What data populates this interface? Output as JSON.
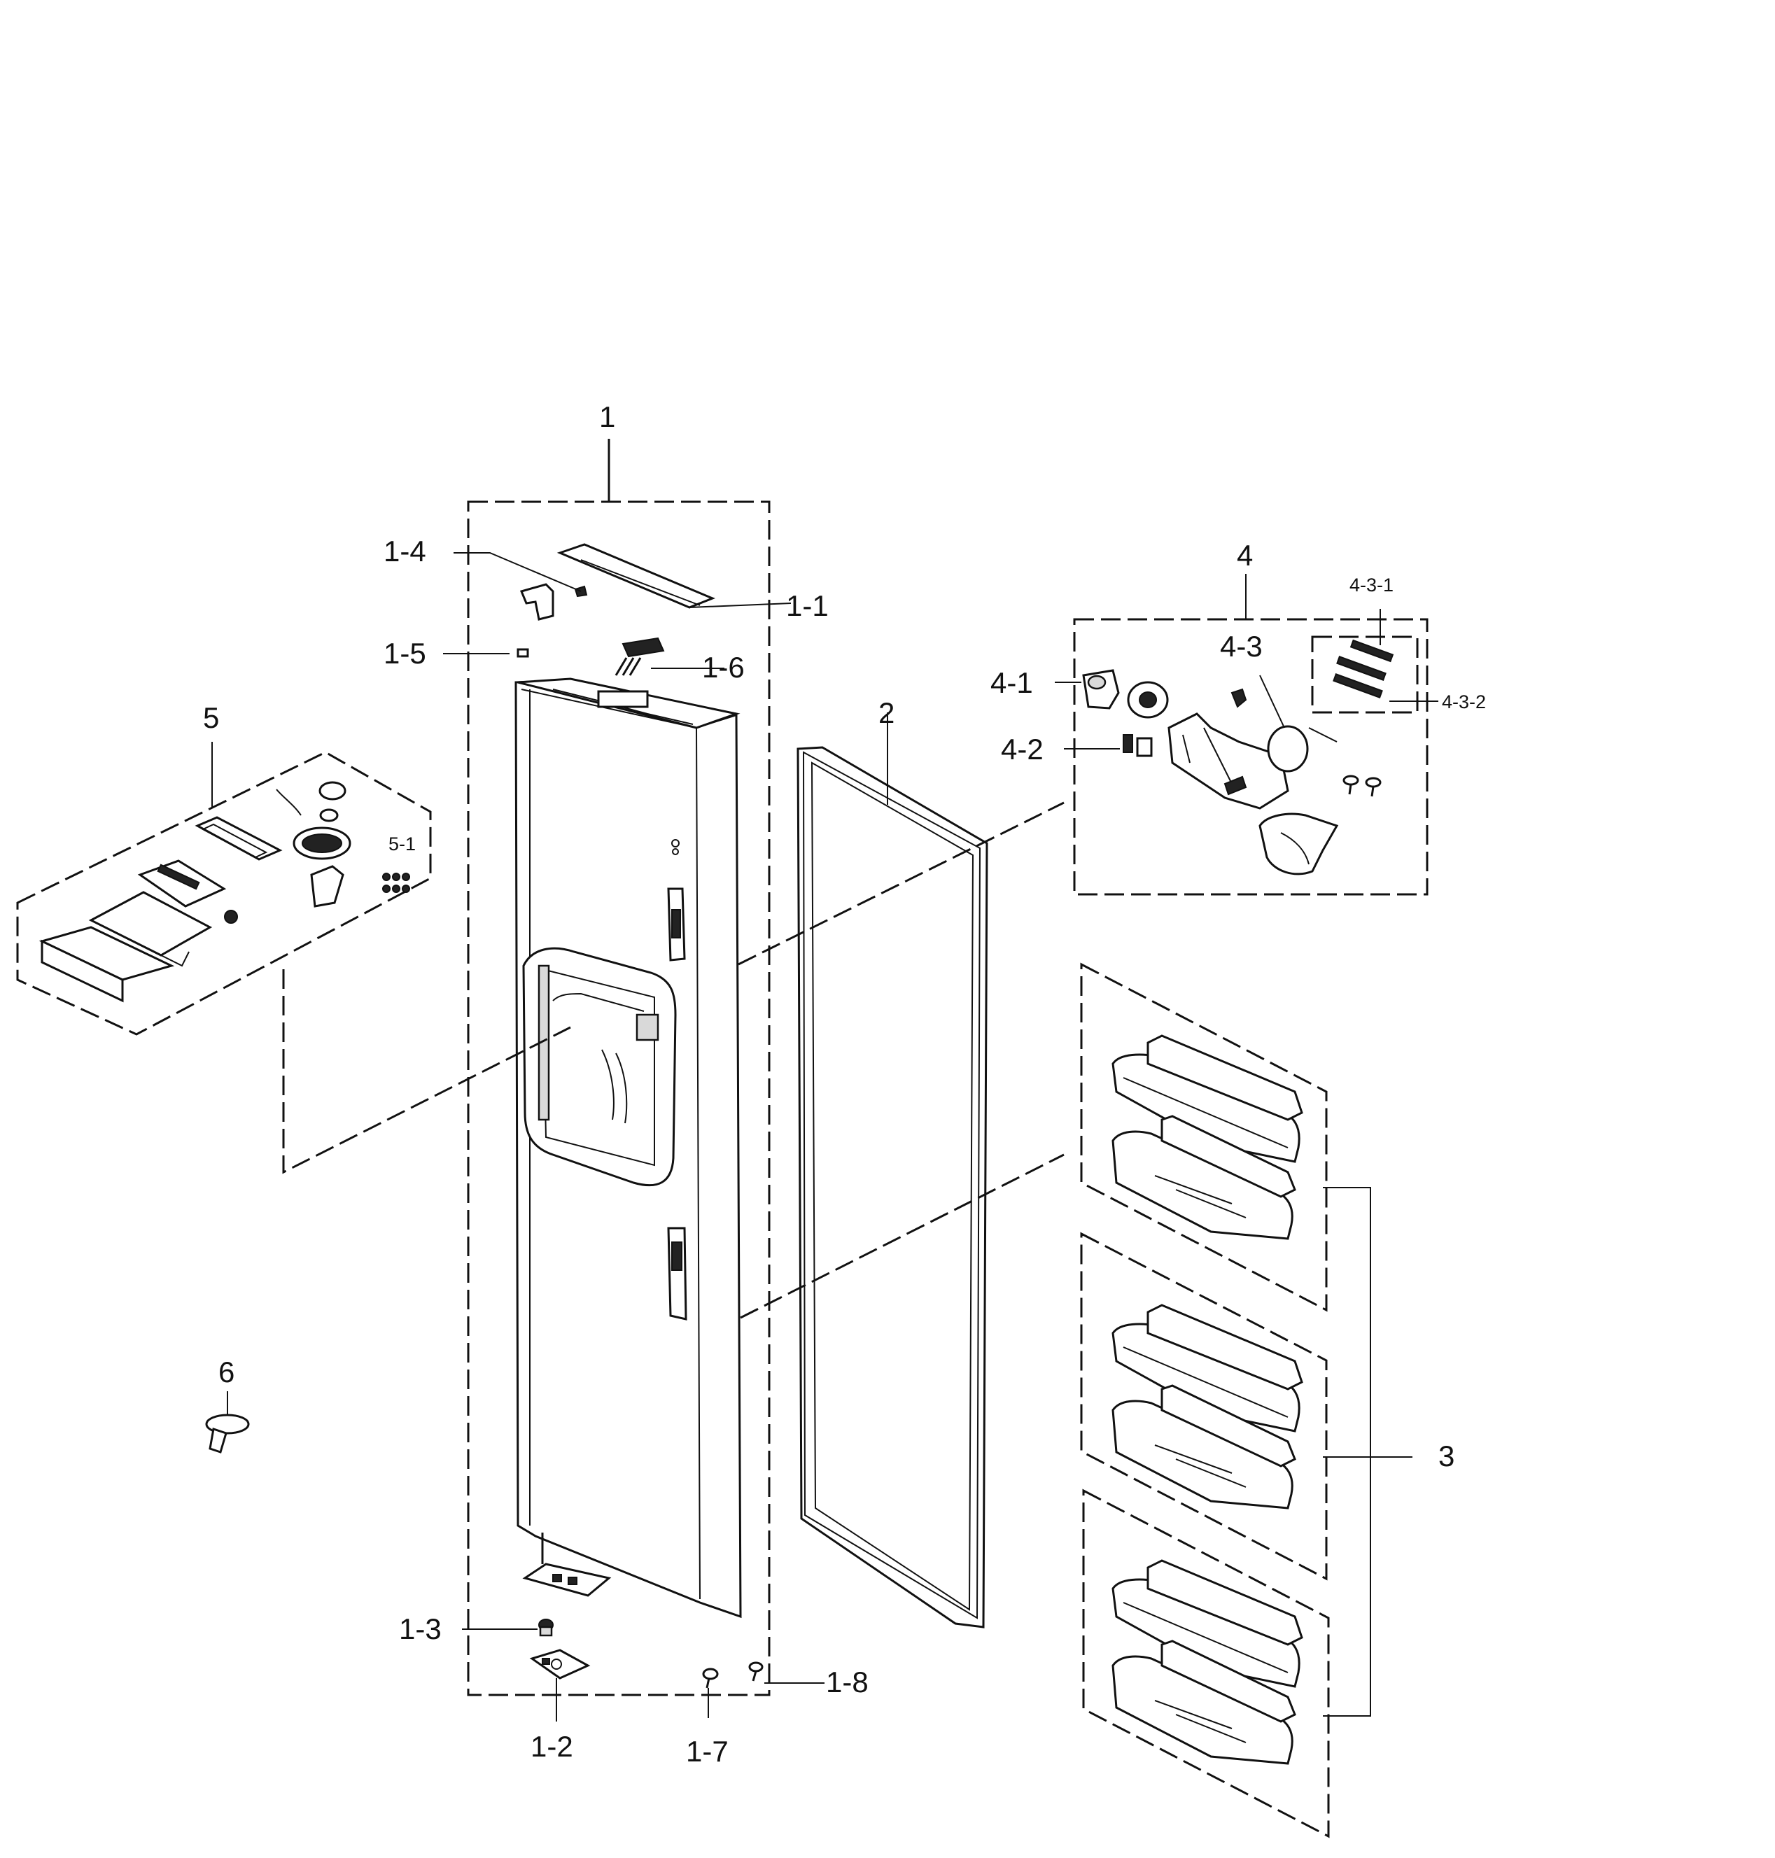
{
  "labels": {
    "p1": "1",
    "p1_1": "1-1",
    "p1_2": "1-2",
    "p1_3": "1-3",
    "p1_4": "1-4",
    "p1_5": "1-5",
    "p1_6": "1-6",
    "p1_7": "1-7",
    "p1_8": "1-8",
    "p2": "2",
    "p3": "3",
    "p4": "4",
    "p4_1": "4-1",
    "p4_2": "4-2",
    "p4_3": "4-3",
    "p4_3_1": "4-3-1",
    "p4_3_2": "4-3-2",
    "p5": "5",
    "p5_1": "5-1",
    "p6": "6"
  }
}
